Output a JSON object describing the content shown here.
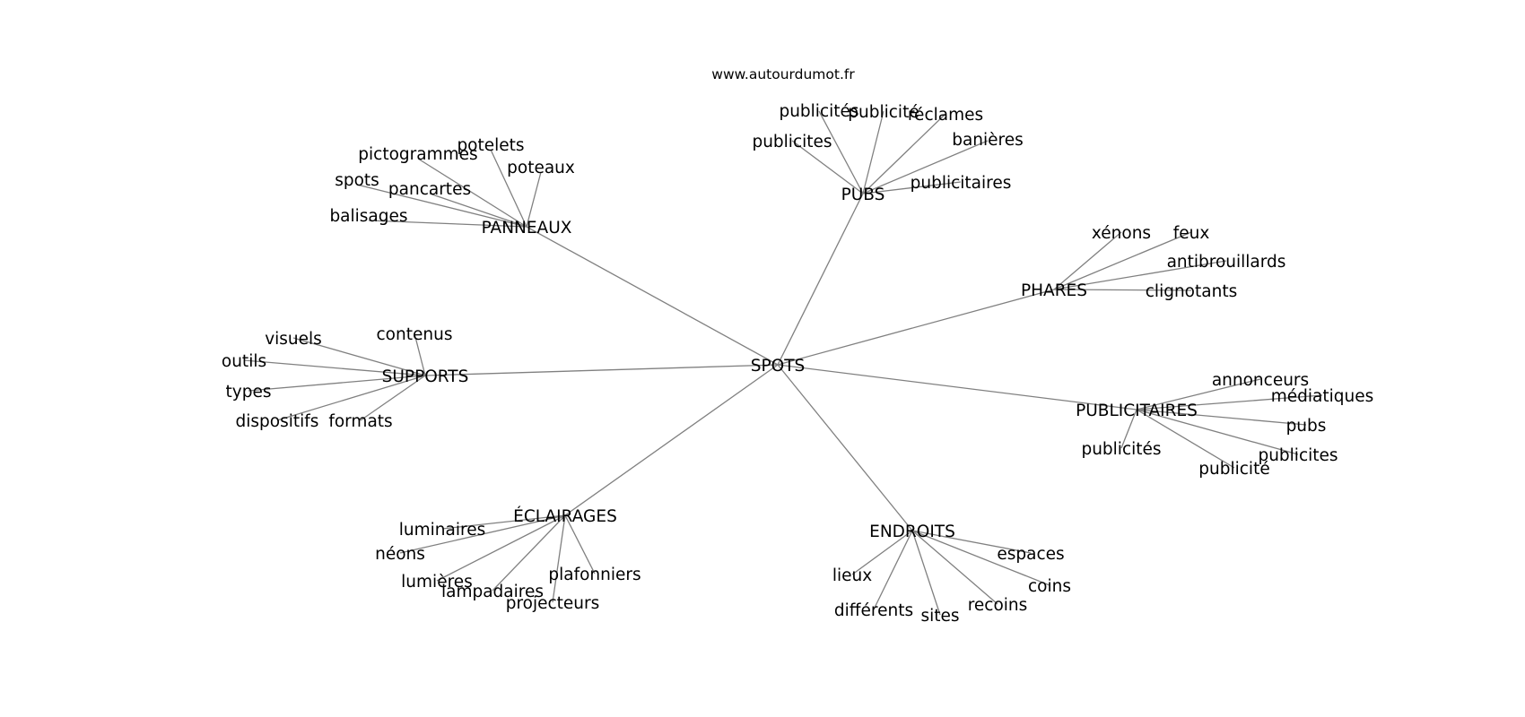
{
  "source": "www.autourdumot.fr",
  "center": "SPOTS",
  "clusters": [
    {
      "name": "PANNEAUX",
      "leaves": [
        "potelets",
        "pictogrammes",
        "poteaux",
        "spots",
        "pancartes",
        "balisages"
      ]
    },
    {
      "name": "PUBS",
      "leaves": [
        "publicités",
        "publicité",
        "réclames",
        "publicites",
        "banières",
        "publicitaires"
      ]
    },
    {
      "name": "PHARES",
      "leaves": [
        "xénons",
        "feux",
        "antibrouillards",
        "clignotants"
      ]
    },
    {
      "name": "SUPPORTS",
      "leaves": [
        "contenus",
        "visuels",
        "outils",
        "types",
        "dispositifs",
        "formats"
      ]
    },
    {
      "name": "PUBLICITAIRES",
      "leaves": [
        "annonceurs",
        "médiatiques",
        "pubs",
        "publicités",
        "publicites",
        "publicité"
      ]
    },
    {
      "name": "ÉCLAIRAGES",
      "leaves": [
        "luminaires",
        "néons",
        "plafonniers",
        "lumières",
        "lampadaires",
        "projecteurs"
      ]
    },
    {
      "name": "ENDROITS",
      "leaves": [
        "espaces",
        "lieux",
        "coins",
        "recoins",
        "différents",
        "sites"
      ]
    }
  ],
  "colors": {
    "edge": "#808080",
    "text": "#000000",
    "background": "#ffffff"
  }
}
